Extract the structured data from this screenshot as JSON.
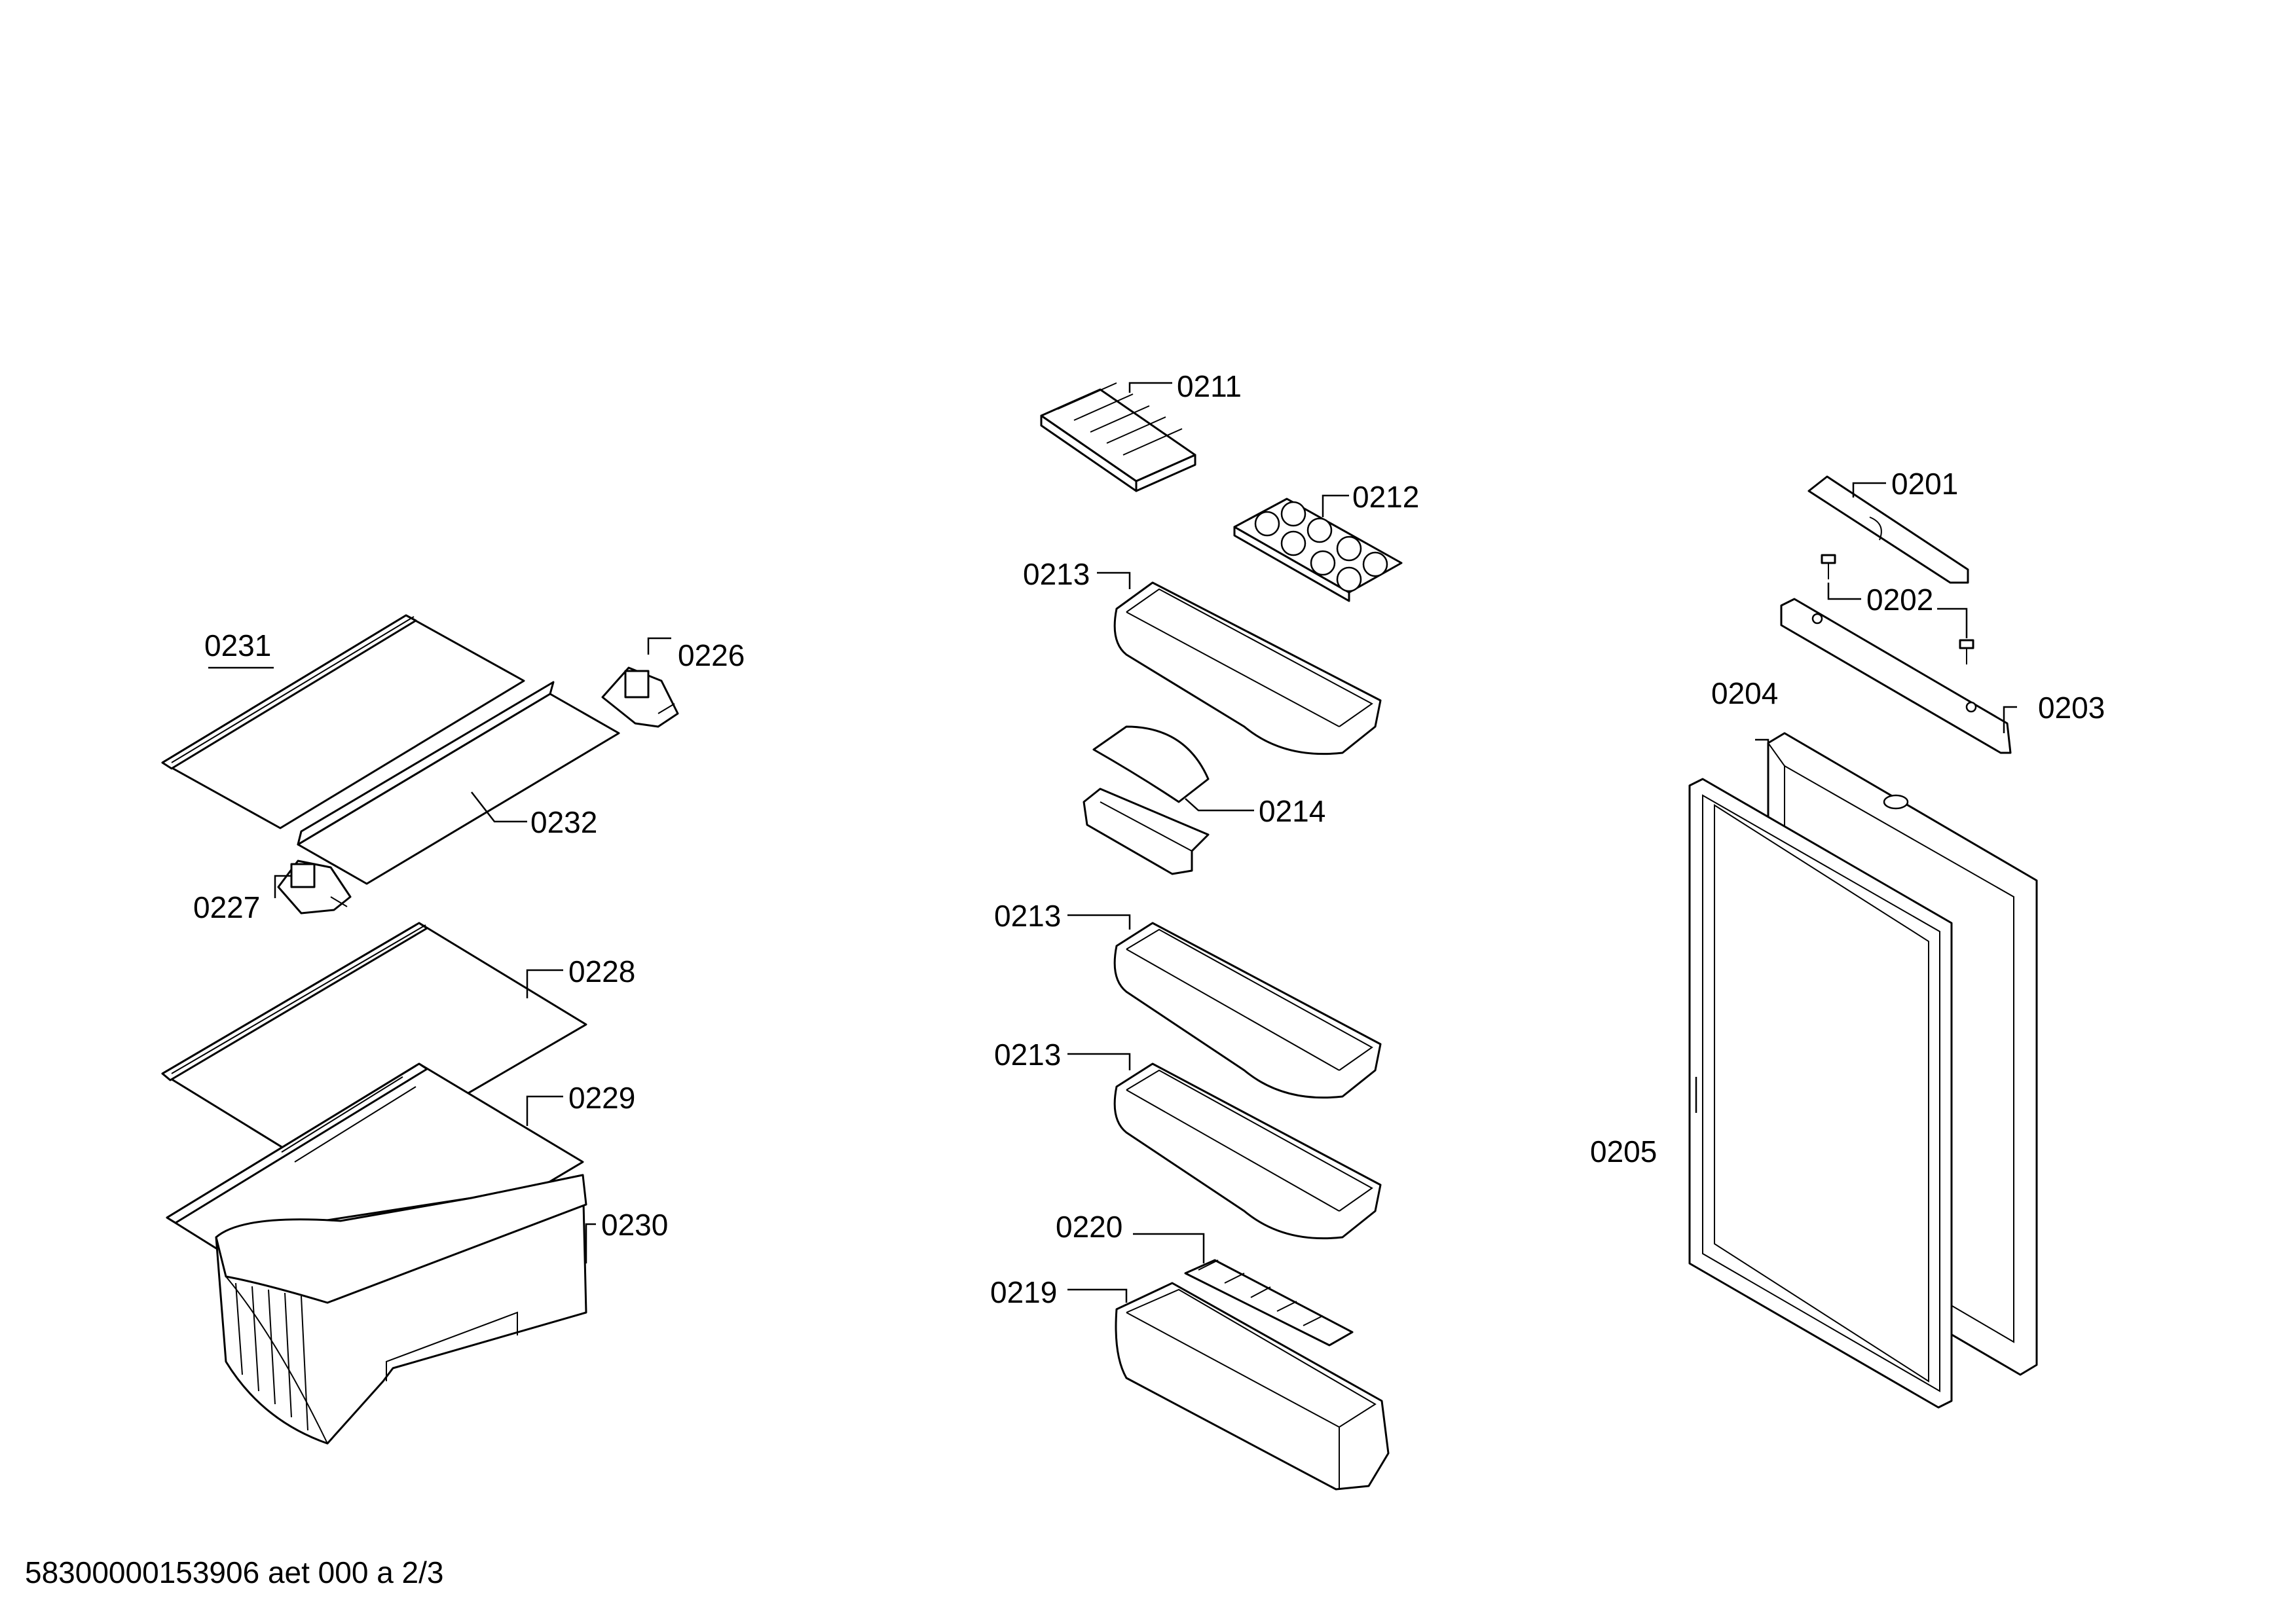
{
  "callouts": {
    "c0201": "0201",
    "c0202": "0202",
    "c0203": "0203",
    "c0204": "0204",
    "c0205": "0205",
    "c0211": "0211",
    "c0212": "0212",
    "c0213a": "0213",
    "c0213b": "0213",
    "c0213c": "0213",
    "c0214": "0214",
    "c0219": "0219",
    "c0220": "0220",
    "c0226": "0226",
    "c0227": "0227",
    "c0228": "0228",
    "c0229": "0229",
    "c0230": "0230",
    "c0231": "0231",
    "c0232": "0232"
  },
  "footer": {
    "text": "58300000153906 aet 000 a 2/3"
  }
}
